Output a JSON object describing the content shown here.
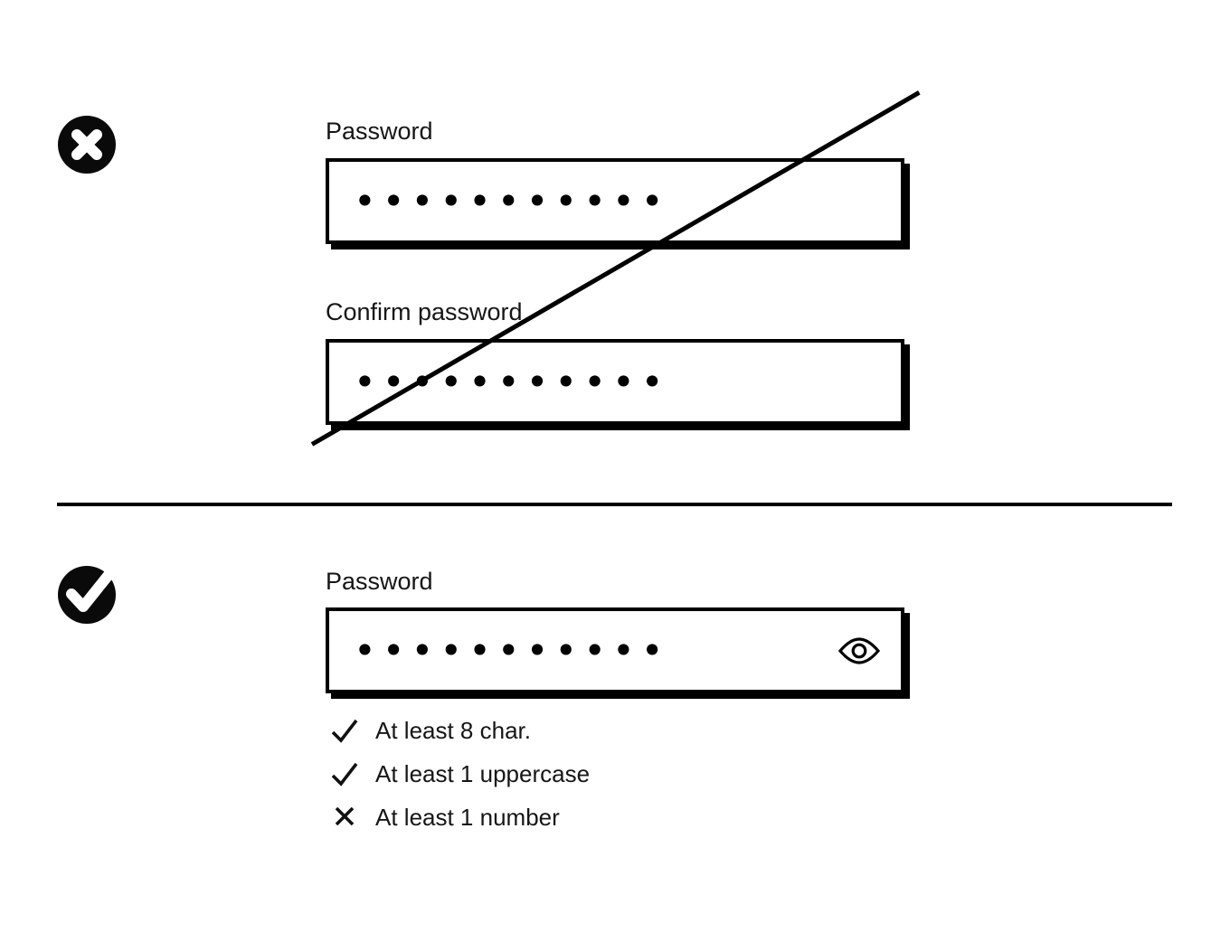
{
  "dont_section": {
    "status": "incorrect",
    "password_field": {
      "label": "Password",
      "masked_value": "•••••••••••"
    },
    "confirm_field": {
      "label": "Confirm password",
      "masked_value": "•••••••••••"
    }
  },
  "do_section": {
    "status": "correct",
    "password_field": {
      "label": "Password",
      "masked_value": "•••••••••••",
      "toggle_icon": "eye-icon"
    },
    "requirements": [
      {
        "met": true,
        "label": "At least 8 char."
      },
      {
        "met": true,
        "label": "At least 1 uppercase"
      },
      {
        "met": false,
        "label": "At least 1 number"
      }
    ]
  },
  "colors": {
    "foreground": "#000000",
    "background": "#ffffff"
  }
}
